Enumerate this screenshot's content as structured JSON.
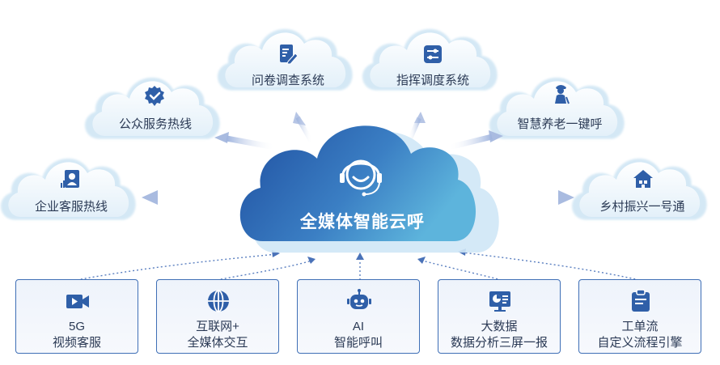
{
  "center": {
    "title": "全媒体智能云呼"
  },
  "clouds": {
    "wenjuan": "问卷调查系统",
    "zhihui": "指挥调度系统",
    "gongzhong": "公众服务热线",
    "yanglao": "智慧养老一键呼",
    "qiye": "企业客服热线",
    "xiangcun": "乡村振兴一号通"
  },
  "boxes": [
    {
      "line1": "5G",
      "line2": "视频客服",
      "icon": "video-camera-icon"
    },
    {
      "line1": "互联网+",
      "line2": "全媒体交互",
      "icon": "globe-icon"
    },
    {
      "line1": "AI",
      "line2": "智能呼叫",
      "icon": "robot-headset-icon"
    },
    {
      "line1": "大数据",
      "line2": "数据分析三屏一报",
      "icon": "data-screen-icon"
    },
    {
      "line1": "工单流",
      "line2": "自定义流程引擎",
      "icon": "clipboard-icon"
    }
  ],
  "colors": {
    "primary": "#2f5fa8",
    "cloud_light": "#eaf4fb",
    "arrow": "#a9bbe0"
  }
}
